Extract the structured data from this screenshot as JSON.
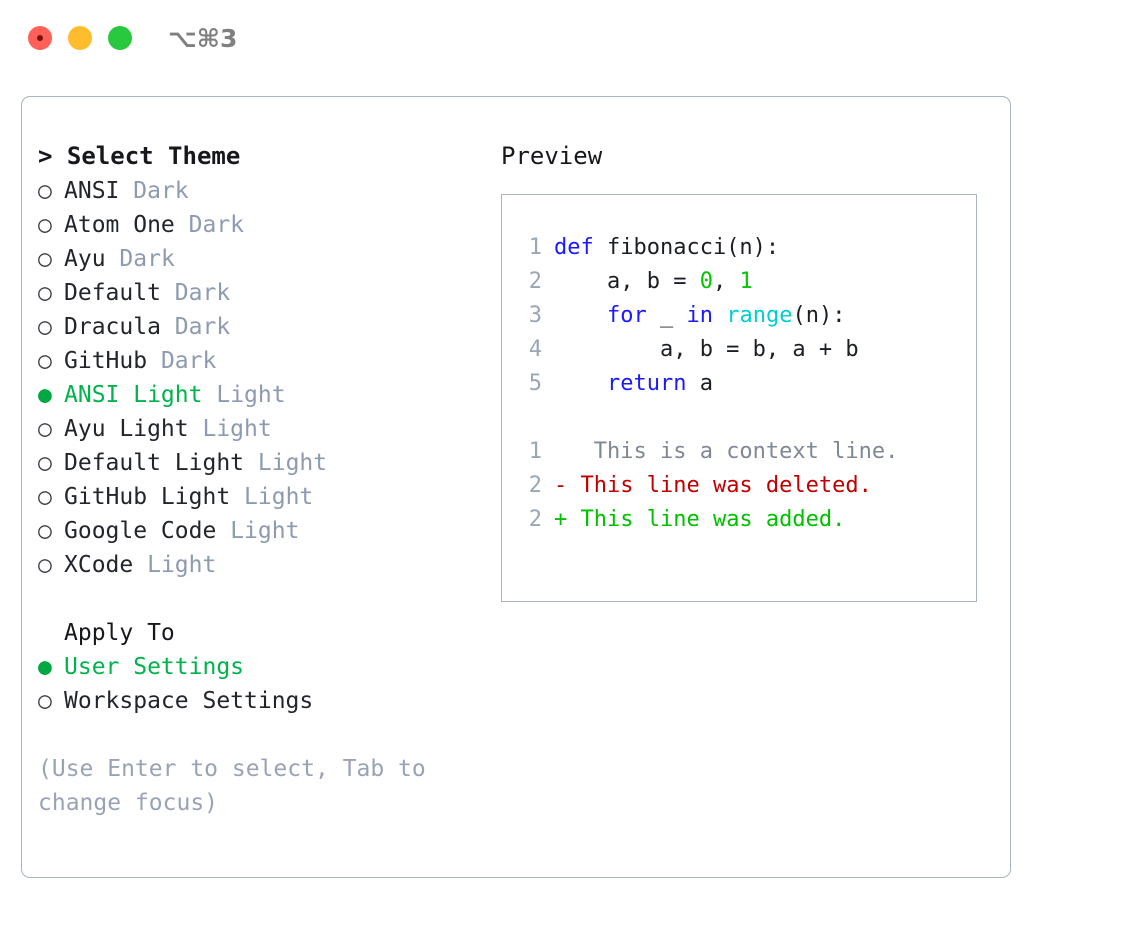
{
  "window": {
    "shortcut_label": "⌥⌘3",
    "traffic_lights": [
      {
        "name": "close",
        "color": "#ff6159"
      },
      {
        "name": "minimize",
        "color": "#ffbd2e"
      },
      {
        "name": "maximize",
        "color": "#28c83f"
      }
    ]
  },
  "theme_picker": {
    "header": "> Select Theme",
    "selected_marker": "●",
    "unselected_marker": "○",
    "items": [
      {
        "marker": "○",
        "name": "ANSI",
        "badge": "Dark",
        "selected": false
      },
      {
        "marker": "○",
        "name": "Atom One",
        "badge": "Dark",
        "selected": false
      },
      {
        "marker": "○",
        "name": "Ayu",
        "badge": "Dark",
        "selected": false
      },
      {
        "marker": "○",
        "name": "Default",
        "badge": "Dark",
        "selected": false
      },
      {
        "marker": "○",
        "name": "Dracula",
        "badge": "Dark",
        "selected": false
      },
      {
        "marker": "○",
        "name": "GitHub",
        "badge": "Dark",
        "selected": false
      },
      {
        "marker": "●",
        "name": "ANSI Light",
        "badge": "Light",
        "selected": true
      },
      {
        "marker": "○",
        "name": "Ayu Light",
        "badge": "Light",
        "selected": false
      },
      {
        "marker": "○",
        "name": "Default Light",
        "badge": "Light",
        "selected": false
      },
      {
        "marker": "○",
        "name": "GitHub Light",
        "badge": "Light",
        "selected": false
      },
      {
        "marker": "○",
        "name": "Google Code",
        "badge": "Light",
        "selected": false
      },
      {
        "marker": "○",
        "name": "XCode",
        "badge": "Light",
        "selected": false
      }
    ]
  },
  "apply_to": {
    "title": "Apply To",
    "items": [
      {
        "marker": "●",
        "name": "User Settings",
        "selected": true
      },
      {
        "marker": "○",
        "name": "Workspace Settings",
        "selected": false
      }
    ]
  },
  "hint": "(Use Enter to select, Tab to change focus)",
  "preview": {
    "title": "Preview",
    "code_lines": [
      {
        "num": "1",
        "tokens": [
          {
            "t": "def ",
            "c": "kw"
          },
          {
            "t": "fibonacci(n):",
            "c": "txt"
          }
        ]
      },
      {
        "num": "2",
        "tokens": [
          {
            "t": "    a, b = ",
            "c": "txt"
          },
          {
            "t": "0",
            "c": "num"
          },
          {
            "t": ", ",
            "c": "txt"
          },
          {
            "t": "1",
            "c": "num"
          }
        ]
      },
      {
        "num": "3",
        "tokens": [
          {
            "t": "    ",
            "c": "txt"
          },
          {
            "t": "for",
            "c": "kw"
          },
          {
            "t": " _ ",
            "c": "txt"
          },
          {
            "t": "in",
            "c": "kw"
          },
          {
            "t": " ",
            "c": "txt"
          },
          {
            "t": "range",
            "c": "fn"
          },
          {
            "t": "(n):",
            "c": "txt"
          }
        ]
      },
      {
        "num": "4",
        "tokens": [
          {
            "t": "        a, b = b, a + b",
            "c": "txt"
          }
        ]
      },
      {
        "num": "5",
        "tokens": [
          {
            "t": "    ",
            "c": "txt"
          },
          {
            "t": "return",
            "c": "kw"
          },
          {
            "t": " a",
            "c": "txt"
          }
        ]
      }
    ],
    "diff_lines": [
      {
        "num": "1",
        "sign": " ",
        "text": "  This is a context line.",
        "kind": "ctx"
      },
      {
        "num": "2",
        "sign": "-",
        "text": " This line was deleted.",
        "kind": "del"
      },
      {
        "num": "2",
        "sign": "+",
        "text": " This line was added.",
        "kind": "add"
      }
    ]
  },
  "colors": {
    "accent_green": "#00b34a",
    "badge_gray": "#8d9ab0",
    "border": "#aab4c2",
    "keyword_blue": "#1a1aff",
    "number_green": "#00c800",
    "builtin_cyan": "#00cfcf",
    "diff_delete": "#c00000",
    "diff_add": "#00c000",
    "hint_gray": "#9aa3b4"
  }
}
